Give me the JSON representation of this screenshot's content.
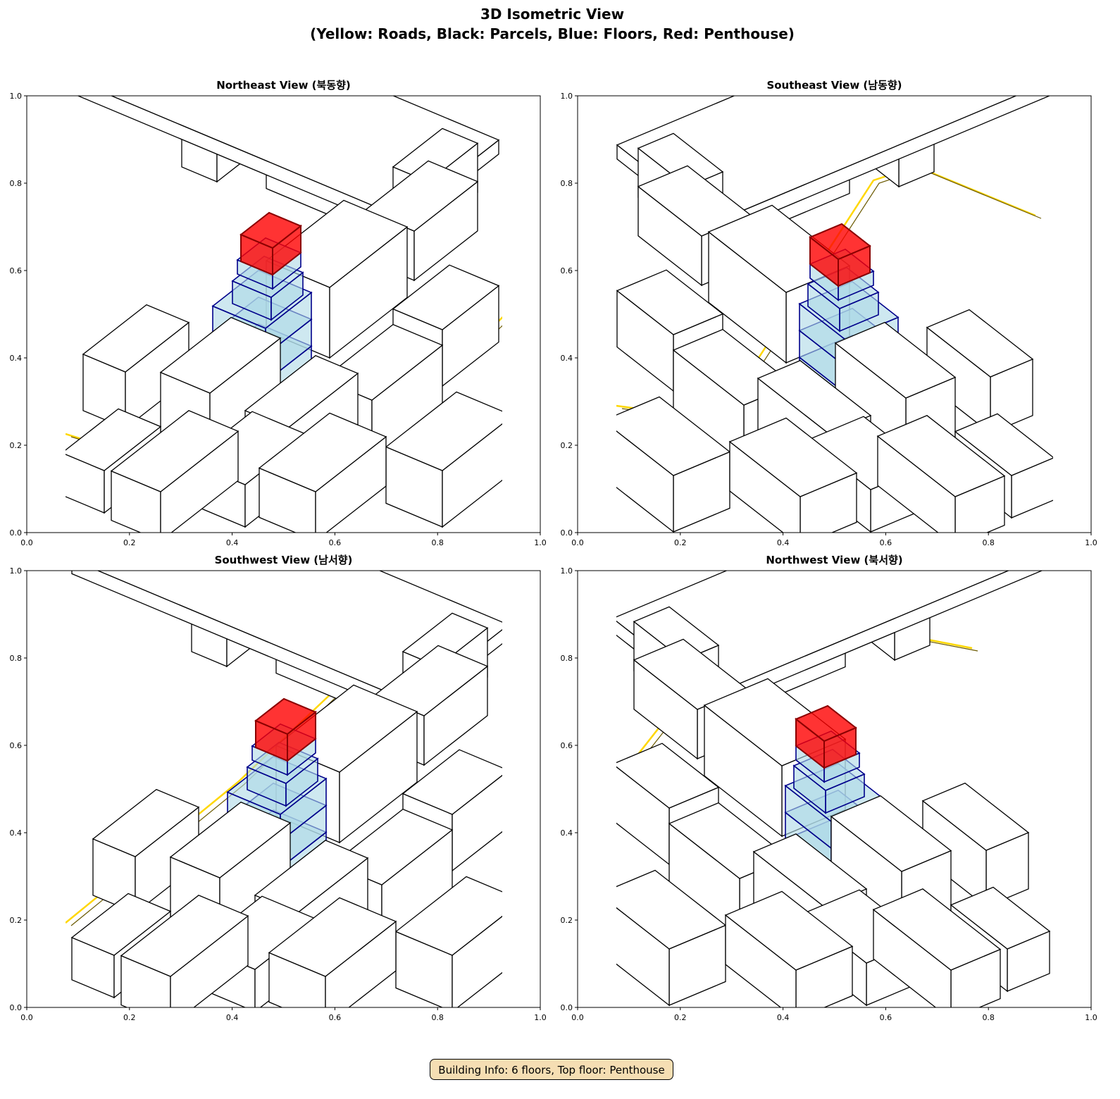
{
  "figure": {
    "title_line1": "3D Isometric View",
    "title_line2": "(Yellow: Roads, Black: Parcels, Blue: Floors, Red: Penthouse)"
  },
  "panels": [
    {
      "title": "Northeast View (북동향)"
    },
    {
      "title": "Southeast View (남동향)"
    },
    {
      "title": "Southwest View (남서향)"
    },
    {
      "title": "Northwest View (북서향)"
    }
  ],
  "axes": {
    "x_ticks": [
      "0.0",
      "0.2",
      "0.4",
      "0.6",
      "0.8",
      "1.0"
    ],
    "y_ticks": [
      "0.0",
      "0.2",
      "0.4",
      "0.6",
      "0.8",
      "1.0"
    ]
  },
  "colors": {
    "road": "#ffd700",
    "parcel": "#000000",
    "floor_fill": "#add8e6",
    "floor_edge": "#00008b",
    "penthouse_fill": "#ff0000",
    "penthouse_edge": "#8b0000",
    "info_bg": "#f5deb3"
  },
  "info": {
    "text": "Building Info: 6 floors, Top floor: Penthouse"
  }
}
